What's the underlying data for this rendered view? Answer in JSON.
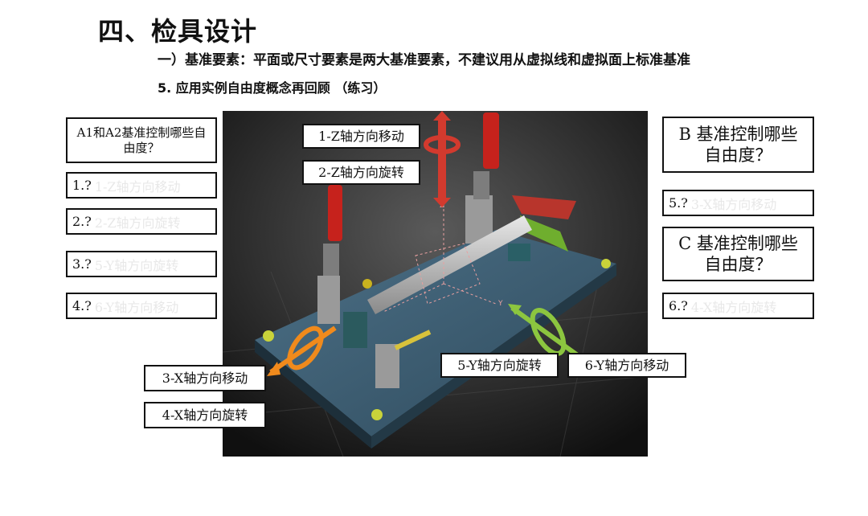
{
  "header": {
    "title": "四、检具设计",
    "subtitle": "一）基准要素：平面或尺寸要素是两大基准要素，不建议用从虚拟线和虚拟面上标准基准",
    "section": "5. 应用实例自由度概念再回顾 （练习）"
  },
  "left_panel": {
    "question": "A1和A2基准控制哪些自由度？",
    "items": [
      {
        "num": "1.?",
        "answer": "1-Z轴方向移动"
      },
      {
        "num": "2.?",
        "answer": "2-Z轴方向旋转"
      },
      {
        "num": "3.?",
        "answer": "5-Y轴方向旋转"
      },
      {
        "num": "4.?",
        "answer": "6-Y轴方向移动"
      }
    ]
  },
  "right_panel": {
    "question_b": "B 基准控制哪些自由度？",
    "item_b": {
      "num": "5.?",
      "answer": "3-X轴方向移动"
    },
    "question_c": "C 基准控制哪些自由度？",
    "item_c": {
      "num": "6.?",
      "answer": "4-X轴方向旋转"
    }
  },
  "labels": {
    "z_move": "1-Z轴方向移动",
    "z_rot": "2-Z轴方向旋转",
    "x_move": "3-X轴方向移动",
    "x_rot": "4-X轴方向旋转",
    "y_rot": "5-Y轴方向旋转",
    "y_move": "6-Y轴方向移动"
  },
  "colors": {
    "z_arrow": "#d23a2e",
    "x_arrow": "#f08a1c",
    "y_arrow": "#8cc63f",
    "plate": "#3d5f74",
    "clamp_handle": "#c6221c"
  },
  "diagram": {
    "axis_z": "Z",
    "axis_y": "Y"
  }
}
